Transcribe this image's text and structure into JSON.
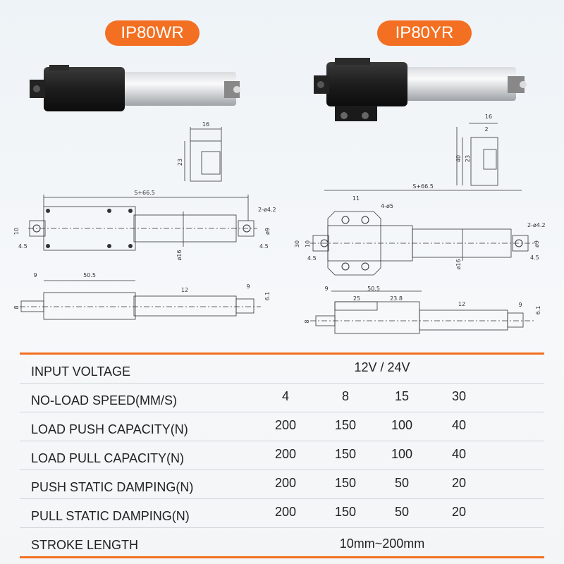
{
  "models": [
    "IP80WR",
    "IP80YR"
  ],
  "dimensions": {
    "left_end_view": [
      "16",
      "23"
    ],
    "right_end_view": [
      "16",
      "2",
      "23",
      "40"
    ],
    "left_top_view": [
      "S+66.5",
      "2-ø4.2",
      "10",
      "4.5",
      "ø16",
      "4.5",
      "ø9"
    ],
    "left_side_view": [
      "9",
      "50.5",
      "9",
      "12",
      "8",
      "6.1"
    ],
    "right_top_view": [
      "S+66.5",
      "11",
      "4-ø5",
      "2-ø4.2",
      "30",
      "10",
      "4.5",
      "ø16",
      "ø9",
      "4.5"
    ],
    "right_side_view": [
      "9",
      "50.5",
      "25",
      "23.8",
      "12",
      "9",
      "8",
      "6.1"
    ]
  },
  "specs": [
    {
      "label": "INPUT VOLTAGE",
      "span": "12V / 24V"
    },
    {
      "label": "NO-LOAD SPEED(MM/S)",
      "values": [
        "4",
        "8",
        "15",
        "30"
      ]
    },
    {
      "label": "LOAD PUSH CAPACITY(N)",
      "values": [
        "200",
        "150",
        "100",
        "40"
      ]
    },
    {
      "label": "LOAD PULL CAPACITY(N)",
      "values": [
        "200",
        "150",
        "100",
        "40"
      ]
    },
    {
      "label": "PUSH STATIC DAMPING(N)",
      "values": [
        "200",
        "150",
        "50",
        "20"
      ]
    },
    {
      "label": "PULL STATIC DAMPING(N)",
      "values": [
        "200",
        "150",
        "50",
        "20"
      ]
    },
    {
      "label": "STROKE LENGTH",
      "span": "10mm~200mm"
    }
  ]
}
